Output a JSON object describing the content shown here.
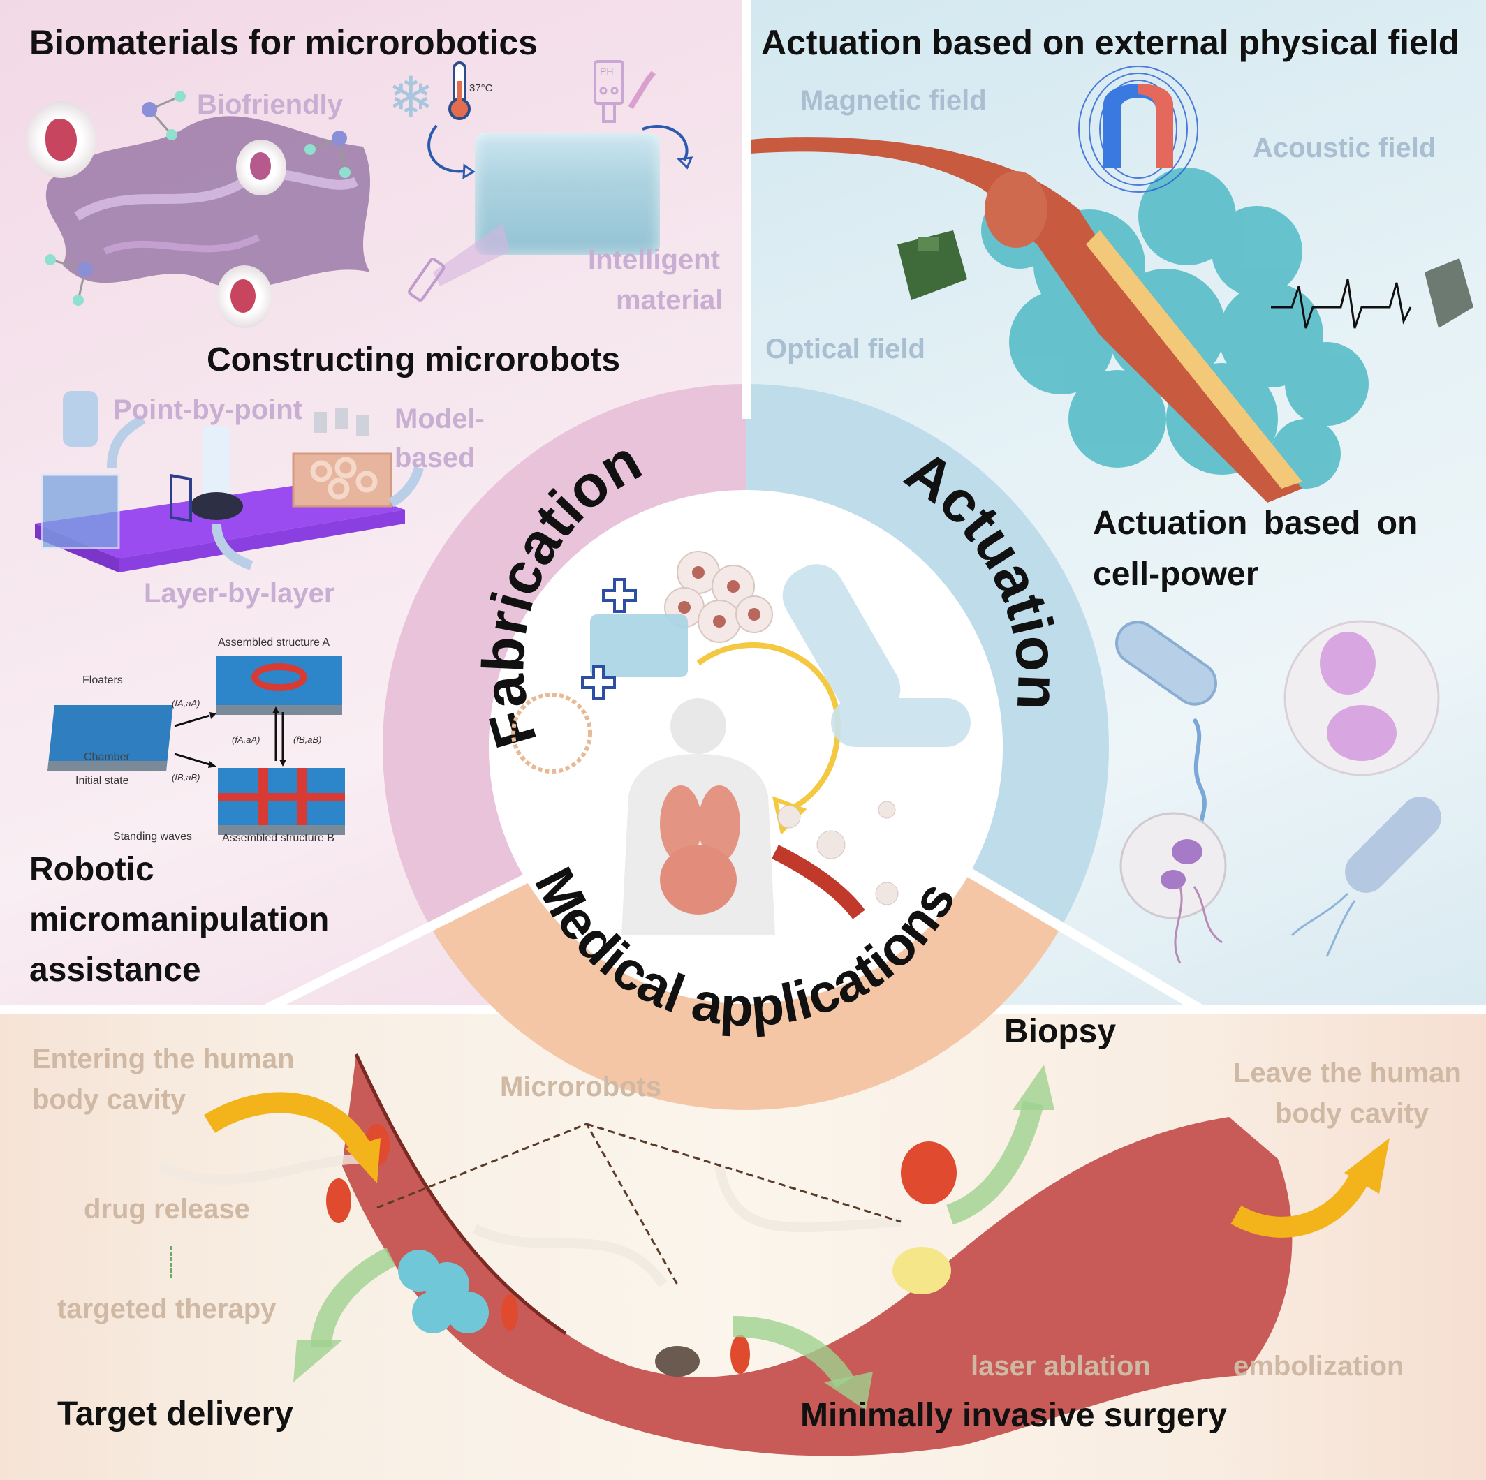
{
  "fabrication_panel": {
    "title": "Biomaterials for microrobotics",
    "biofriendly_label": "Biofriendly",
    "temperature_label": "37°C",
    "ph_label": "PH",
    "intelligent_label_line1": "Intelligent",
    "intelligent_label_line2": "material",
    "constructing_title": "Constructing microrobots",
    "point_label": "Point-by-point",
    "model_label_line1": "Model-",
    "model_label_line2": "based",
    "layer_label": "Layer-by-layer",
    "acoustic_diagram": {
      "floaters": "Floaters",
      "chamber": "Chamber",
      "initial_state": "Initial state",
      "structure_a": "Assembled structure A",
      "structure_b": "Assembled structure B",
      "standing_waves": "Standing waves",
      "param_a": "(fA,aA)",
      "param_b": "(fB,aB)"
    },
    "robotic_line1": "Robotic",
    "robotic_line2": "micromanipulation",
    "robotic_line3": "assistance"
  },
  "actuation_panel": {
    "title": "Actuation based on external physical field",
    "magnetic_label": "Magnetic field",
    "acoustic_label": "Acoustic field",
    "optical_label": "Optical field",
    "cell_title_line1": "Actuation based on",
    "cell_title_line2": "cell-power"
  },
  "ring": {
    "fabrication": "Fabrication",
    "actuation": "Actuation",
    "medical": "Medical applications",
    "colors": {
      "fabrication": "#e9c3da",
      "actuation": "#bfdcea",
      "medical": "#f5c6a5"
    }
  },
  "medical_panel": {
    "entering_line1": "Entering the human",
    "entering_line2": "body cavity",
    "microrobots_label": "Microrobots",
    "drug_release": "drug release",
    "targeted_therapy": "targeted therapy",
    "target_delivery": "Target delivery",
    "biopsy": "Biopsy",
    "leave_line1": "Leave the human",
    "leave_line2": "body cavity",
    "laser_ablation": "laser ablation",
    "embolization": "embolization",
    "minimally_invasive": "Minimally invasive surgery"
  }
}
